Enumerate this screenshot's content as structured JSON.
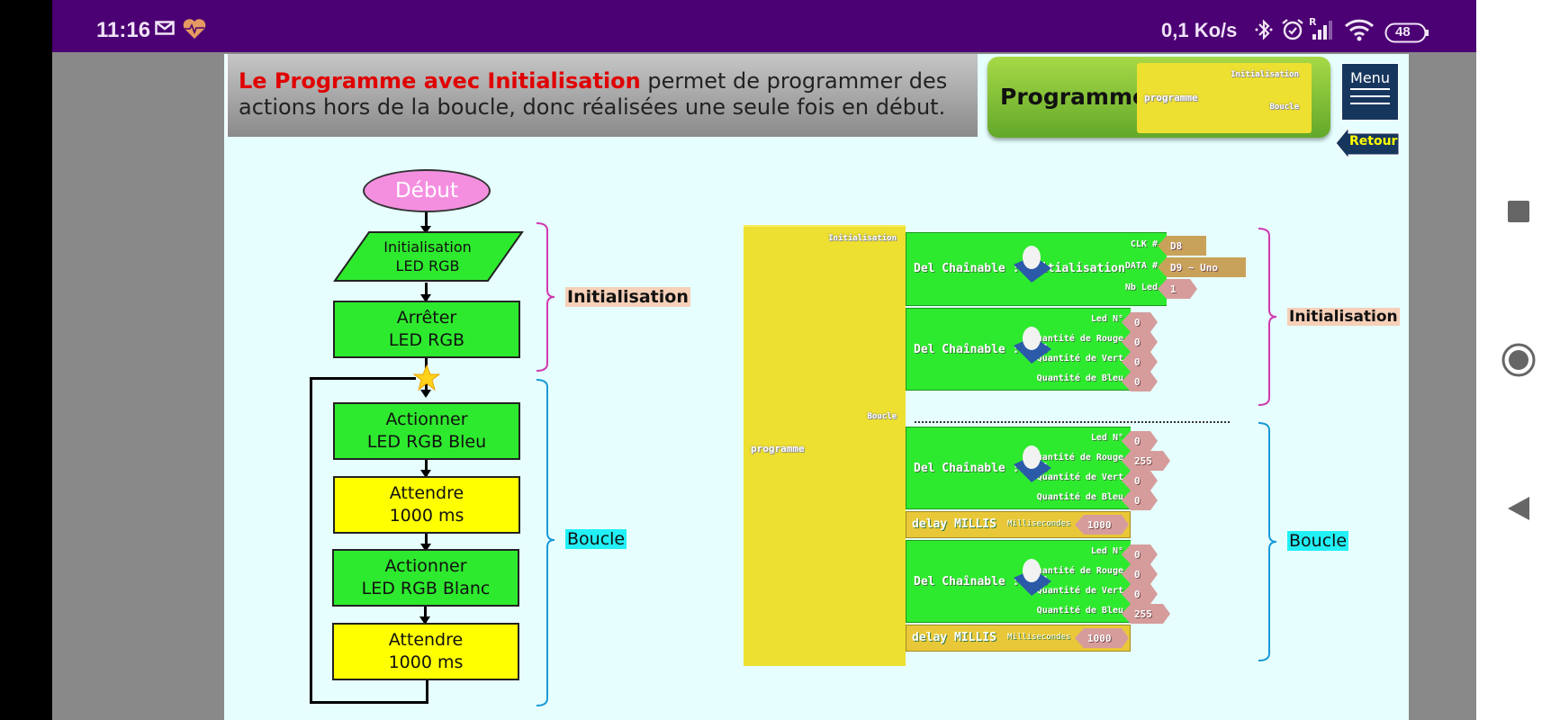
{
  "status_bar": {
    "time": "11:16",
    "left_icons": [
      "mail-icon",
      "health-heart-icon"
    ],
    "network_speed": "0,1 Ko/s",
    "right_icons": [
      "bluetooth-icon",
      "alarm-icon",
      "signal-roaming-icon",
      "wifi-icon"
    ],
    "battery": "48"
  },
  "nav_bar": {
    "buttons": [
      "recent-apps",
      "home",
      "back"
    ]
  },
  "header": {
    "highlight": "Le Programme avec Initialisation",
    "text": " permet de programmer des actions hors de la boucle, donc réalisées une seule fois en début."
  },
  "program_block": {
    "label": "Programme",
    "inner_name": "programme",
    "slot_init": "Initialisation",
    "slot_loop": "Boucle"
  },
  "menu_button": "Menu",
  "back_button": "Retour",
  "flowchart": {
    "start": "Début",
    "init_io_line1": "Initialisation",
    "init_io_line2": "LED RGB",
    "stop_line1": "Arrêter",
    "stop_line2": "LED RGB",
    "step1_line1": "Actionner",
    "step1_line2": "LED RGB Bleu",
    "wait1_line1": "Attendre",
    "wait1_line2": "1000 ms",
    "step2_line1": "Actionner",
    "step2_line2": "LED RGB Blanc",
    "wait2_line1": "Attendre",
    "wait2_line2": "1000 ms",
    "init_label": "Initialisation",
    "loop_label": "Boucle"
  },
  "blockly": {
    "root": "programme",
    "init_slot": "Initialisation",
    "loop_slot": "Boucle",
    "init_block": {
      "title": "Del Chaînable : Initialisation",
      "params": [
        {
          "label": "CLK #",
          "value": "D8"
        },
        {
          "label": "DATA #",
          "value": "D9 ~ Uno"
        },
        {
          "label": "Nb Led",
          "value": "1"
        }
      ]
    },
    "rvb_title": "Del Chaînable : RVB",
    "rvb_labels": [
      "Led N°",
      "Quantité de Rouge",
      "Quantité de Vert",
      "Quantité de Bleu"
    ],
    "rvb_blocks": [
      {
        "values": [
          "0",
          "0",
          "0",
          "0"
        ]
      },
      {
        "values": [
          "0",
          "255",
          "0",
          "0"
        ]
      },
      {
        "values": [
          "0",
          "0",
          "0",
          "255"
        ]
      }
    ],
    "delay_title": "delay MILLIS",
    "delay_param": "Millisecondes",
    "delays": [
      "1000",
      "1000"
    ],
    "init_label": "Initialisation",
    "loop_label": "Boucle"
  }
}
